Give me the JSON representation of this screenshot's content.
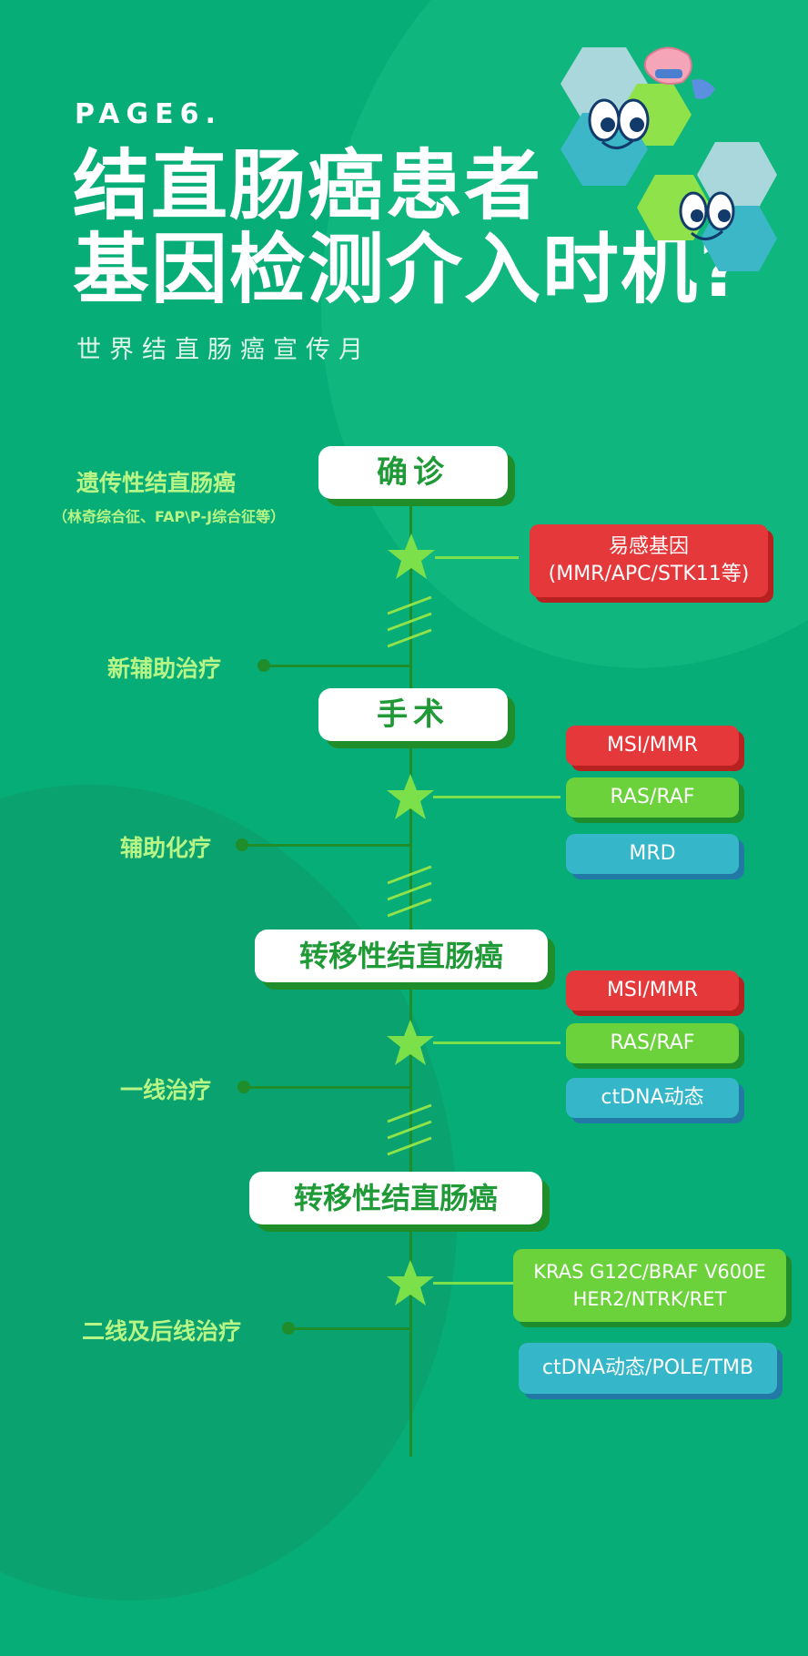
{
  "header": {
    "page_label": "PAGE6.",
    "title_line1": "结直肠癌患者",
    "title_line2": "基因检测介入时机?",
    "subtitle": "世界结直肠癌宣传月"
  },
  "stages": {
    "diagnosis": "确诊",
    "surgery": "手术",
    "metastatic_1": "转移性结直肠癌",
    "metastatic_2": "转移性结直肠癌"
  },
  "left_labels": {
    "hereditary": "遗传性结直肠癌",
    "hereditary_note": "（林奇综合征、FAP\\P-J综合征等）",
    "neoadjuvant": "新辅助治疗",
    "adjuvant": "辅助化疗",
    "first_line": "一线治疗",
    "second_line": "二线及后线治疗"
  },
  "tests": {
    "g1_line1": "易感基因",
    "g1_line2": "(MMR/APC/STK11等)",
    "g2_msi": "MSI/MMR",
    "g2_ras": "RAS/RAF",
    "g2_mrd": "MRD",
    "g3_msi": "MSI/MMR",
    "g3_ras": "RAS/RAF",
    "g3_ctdna": "ctDNA动态",
    "g4_line1": "KRAS G12C/BRAF V600E",
    "g4_line2": "HER2/NTRK/RET",
    "g4_ctdna": "ctDNA动态/POLE/TMB"
  },
  "colors": {
    "background": "#07ad77",
    "red_tag": "#e5383b",
    "green_tag": "#6cd23c",
    "teal_tag": "#35b6c9",
    "label_green": "#b7f586"
  },
  "icons": [
    "star-icon",
    "slash-break-icon",
    "mascot-icon"
  ]
}
